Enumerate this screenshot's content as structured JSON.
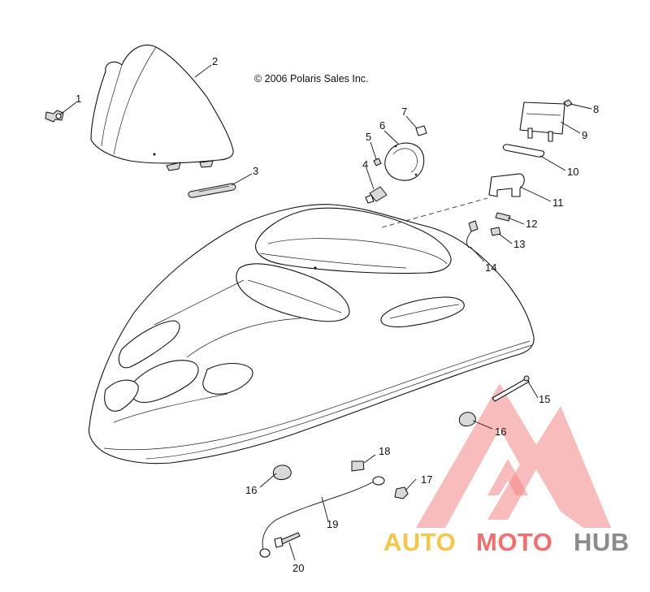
{
  "copyright": "© 2006 Polaris Sales Inc.",
  "callouts": [
    "1",
    "2",
    "3",
    "4",
    "5",
    "6",
    "7",
    "8",
    "9",
    "10",
    "11",
    "12",
    "13",
    "14",
    "15",
    "16",
    "16",
    "17",
    "18",
    "19",
    "20"
  ],
  "watermark": {
    "word1": "AUTO",
    "word2": "MOTO",
    "word3": "HUB",
    "color_yellow": "#f7c646",
    "color_red": "#f26f6f",
    "color_grey": "#8c8c8c"
  }
}
